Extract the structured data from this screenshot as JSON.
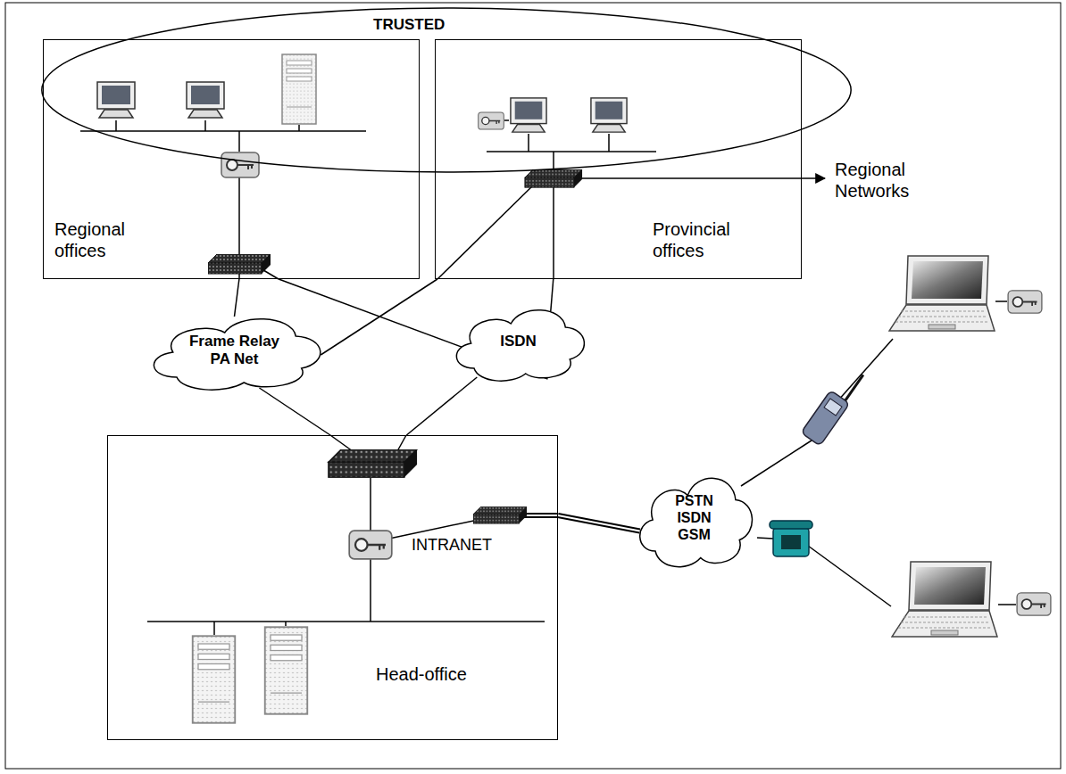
{
  "diagram": {
    "nodes": [
      {
        "text": [
          "TRUSTED"
        ]
      },
      {
        "text": [
          "Regional offices"
        ]
      },
      {
        "text": [
          "Provincial offices"
        ]
      },
      {
        "text": [
          "Frame Relay PA Net"
        ]
      },
      {
        "text": [
          "ISDN"
        ]
      },
      {
        "text": [
          "INTRANET",
          "Head-office"
        ]
      },
      {
        "text": [
          "PSTN ISDN GSM"
        ]
      }
    ],
    "edges": [
      {
        "from": 1,
        "to": 3,
        "arrow": "none"
      },
      {
        "from": 1,
        "to": 4,
        "arrow": "none"
      },
      {
        "from": 2,
        "to": 3,
        "arrow": "none"
      },
      {
        "from": 2,
        "to": 4,
        "arrow": "none"
      },
      {
        "from": 3,
        "to": 5,
        "arrow": "none"
      },
      {
        "from": 4,
        "to": 5,
        "arrow": "none"
      },
      {
        "from": 5,
        "to": 6,
        "arrow": "none"
      }
    ],
    "labels": [
      "Regional Networks"
    ]
  }
}
